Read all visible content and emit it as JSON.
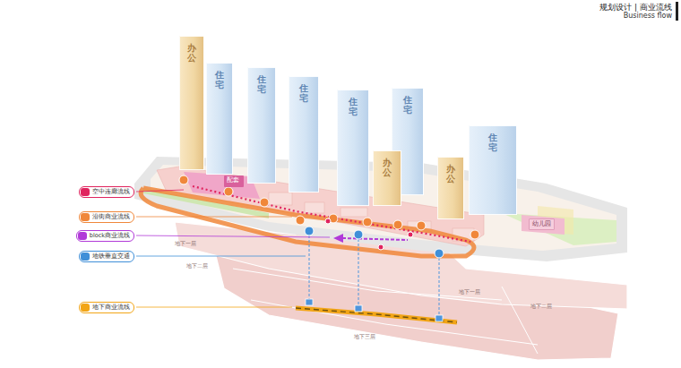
{
  "diagram": {
    "title": "规划设计 | 商业流线",
    "nodes": [
      {
        "text": [
          "办公"
        ]
      },
      {
        "text": [
          "住宅"
        ]
      },
      {
        "text": [
          "住宅"
        ]
      },
      {
        "text": [
          "住宅"
        ]
      },
      {
        "text": [
          "住宅"
        ]
      },
      {
        "text": [
          "住宅"
        ]
      },
      {
        "text": [
          "办公"
        ]
      },
      {
        "text": [
          "办公"
        ]
      },
      {
        "text": [
          "住宅"
        ]
      },
      {
        "text": [
          "配套"
        ]
      },
      {
        "text": [
          "幼儿园"
        ]
      }
    ],
    "labels": [
      "Business flow",
      "地下一层",
      "地下二层",
      "地下一层",
      "地下二层",
      "地下三层"
    ],
    "legend": [
      {
        "text": "空中连廊流线",
        "color": "#e0245e"
      },
      {
        "text": "沿街商业流线",
        "color": "#f0873a"
      },
      {
        "text": "block商业流线",
        "color": "#b13ad8"
      },
      {
        "text": "地铁垂直交通",
        "color": "#3f8fd8"
      },
      {
        "text": "地下商业流线",
        "color": "#f2a516"
      }
    ]
  }
}
